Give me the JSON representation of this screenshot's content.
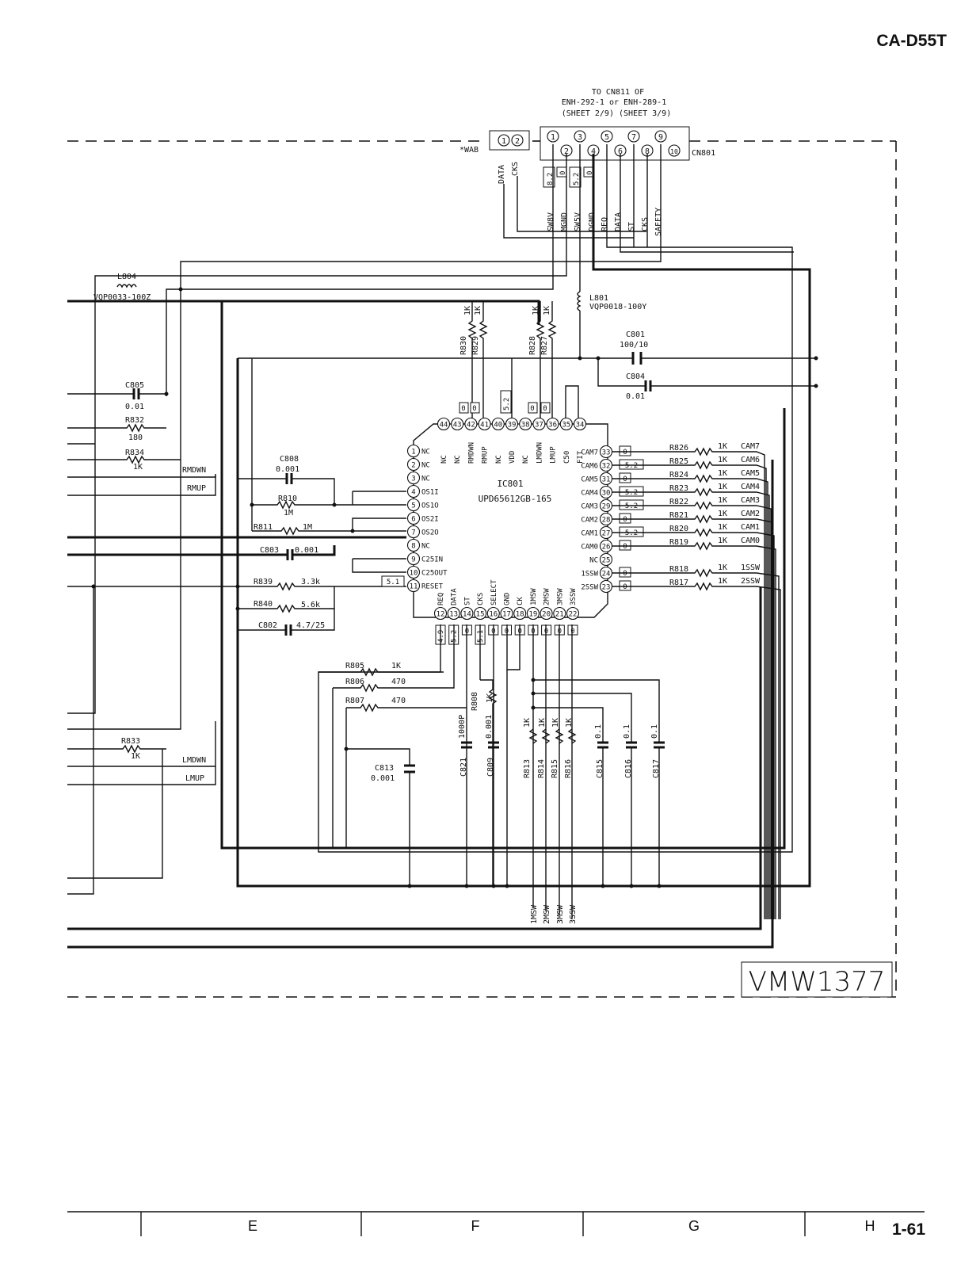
{
  "header": {
    "model": "CA-D55T"
  },
  "connector": {
    "to_note_1": "TO CN811 OF",
    "to_note_2": "ENH-292-1 or ENH-289-1",
    "to_note_3": "(SHEET 2/9)  (SHEET 3/9)",
    "wab_label": "*WAB",
    "wab_pins": [
      "1",
      "2"
    ],
    "wab_signals": [
      "DATA",
      "CKS"
    ],
    "label": "CN801",
    "pins": [
      "1",
      "2",
      "3",
      "4",
      "5",
      "6",
      "7",
      "8",
      "9",
      "10"
    ],
    "signals": [
      "SW8V",
      "MGND",
      "SW5V",
      "DGND",
      "REQ",
      "DATA",
      "ST",
      "CKS",
      "SAFETY"
    ],
    "volt_sw8v": "8.2",
    "volt_mgnd": "0",
    "volt_sw5v": "5.2",
    "volt_dgnd": "0"
  },
  "ic": {
    "ref": "IC801",
    "part": "UPD65612GB-165",
    "left_pins": [
      {
        "num": "1",
        "name": "NC"
      },
      {
        "num": "2",
        "name": "NC"
      },
      {
        "num": "3",
        "name": "NC"
      },
      {
        "num": "4",
        "name": "OS1I"
      },
      {
        "num": "5",
        "name": "OS1O"
      },
      {
        "num": "6",
        "name": "OS2I"
      },
      {
        "num": "7",
        "name": "OS2O"
      },
      {
        "num": "8",
        "name": "NC"
      },
      {
        "num": "9",
        "name": "C25IN"
      },
      {
        "num": "10",
        "name": "C25OUT"
      },
      {
        "num": "11",
        "name": "RESET"
      }
    ],
    "right_pins": [
      {
        "num": "33",
        "name": "CAM7",
        "volt": "0",
        "res": "R826",
        "val": "1K",
        "net": "CAM7"
      },
      {
        "num": "32",
        "name": "CAM6",
        "volt": "5.2",
        "res": "R825",
        "val": "1K",
        "net": "CAM6"
      },
      {
        "num": "31",
        "name": "CAM5",
        "volt": "0",
        "res": "R824",
        "val": "1K",
        "net": "CAM5"
      },
      {
        "num": "30",
        "name": "CAM4",
        "volt": "5.2",
        "res": "R823",
        "val": "1K",
        "net": "CAM4"
      },
      {
        "num": "29",
        "name": "CAM3",
        "volt": "5.2",
        "res": "R822",
        "val": "1K",
        "net": "CAM3"
      },
      {
        "num": "28",
        "name": "CAM2",
        "volt": "0",
        "res": "R821",
        "val": "1K",
        "net": "CAM2"
      },
      {
        "num": "27",
        "name": "CAM1",
        "volt": "5.2",
        "res": "R820",
        "val": "1K",
        "net": "CAM1"
      },
      {
        "num": "26",
        "name": "CAM0",
        "volt": "0",
        "res": "R819",
        "val": "1K",
        "net": "CAM0"
      },
      {
        "num": "25",
        "name": "NC",
        "volt": "",
        "res": "",
        "val": "",
        "net": ""
      },
      {
        "num": "24",
        "name": "1SSW",
        "volt": "0",
        "res": "R818",
        "val": "1K",
        "net": "1SSW"
      },
      {
        "num": "23",
        "name": "2SSW",
        "volt": "0",
        "res": "R817",
        "val": "1K",
        "net": "2SSW"
      }
    ],
    "top_pins": [
      {
        "num": "44",
        "name": "NC"
      },
      {
        "num": "43",
        "name": "NC"
      },
      {
        "num": "42",
        "name": "RMDWN"
      },
      {
        "num": "41",
        "name": "RMUP"
      },
      {
        "num": "40",
        "name": "NC"
      },
      {
        "num": "39",
        "name": "VDD"
      },
      {
        "num": "38",
        "name": "NC"
      },
      {
        "num": "37",
        "name": "LMDWN"
      },
      {
        "num": "36",
        "name": "LMUP"
      },
      {
        "num": "35",
        "name": "C50"
      },
      {
        "num": "34",
        "name": "FIT"
      }
    ],
    "top_volts": [
      "0",
      "0",
      "5.2",
      "0",
      "0"
    ],
    "bottom_pins": [
      {
        "num": "12",
        "name": "REQ"
      },
      {
        "num": "13",
        "name": "DATA"
      },
      {
        "num": "14",
        "name": "ST"
      },
      {
        "num": "15",
        "name": "CKS"
      },
      {
        "num": "16",
        "name": "SELECT"
      },
      {
        "num": "17",
        "name": "GND"
      },
      {
        "num": "18",
        "name": "CK"
      },
      {
        "num": "19",
        "name": "1MSW"
      },
      {
        "num": "20",
        "name": "2MSW"
      },
      {
        "num": "21",
        "name": "3MSW"
      },
      {
        "num": "22",
        "name": "3SSW"
      }
    ],
    "bottom_volts": [
      "4.9",
      "5.2",
      "0",
      "5.1",
      "0",
      "0",
      "0",
      "0",
      "0",
      "0",
      "0"
    ],
    "reset_volt": "5.1"
  },
  "parts": {
    "l804_ref": "L804",
    "l804_val": "VQP0033-100Z",
    "l801_ref": "L801",
    "l801_val": "VQP0018-100Y",
    "c801_ref": "C801",
    "c801_val": "100/10",
    "c804_ref": "C804",
    "c804_val": "0.01",
    "c805_ref": "C805",
    "c805_val": "0.01",
    "r832_ref": "R832",
    "r832_val": "180",
    "r834_ref": "R834",
    "r834_val": "1K",
    "c808_ref": "C808",
    "c808_val": "0.001",
    "r810_ref": "R810",
    "r810_val": "1M",
    "r811_ref": "R811",
    "r811_val": "1M",
    "c803_ref": "C803",
    "c803_val": "0.001",
    "r839_ref": "R839",
    "r839_val": "3.3k",
    "r840_ref": "R840",
    "r840_val": "5.6k",
    "c802_ref": "C802",
    "c802_val": "4.7/25",
    "r830_ref": "R830",
    "r830_val": "1K",
    "r829_ref": "R829",
    "r829_val": "1K",
    "r828_ref": "R828",
    "r828_val": "1K",
    "r827_ref": "R827",
    "r827_val": "1K",
    "r805_ref": "R805",
    "r805_val": "1K",
    "r806_ref": "R806",
    "r806_val": "470",
    "r807_ref": "R807",
    "r807_val": "470",
    "r808_ref": "R808",
    "r808_val": "1K",
    "c821_ref": "C821",
    "c821_val": "1000P",
    "c809_ref": "C809",
    "c809_val": "0.001",
    "c813_ref": "C813",
    "c813_val": "0.001",
    "r813_ref": "R813",
    "r814_ref": "R814",
    "r815_ref": "R815",
    "r816_ref": "R816",
    "r81x_val": "1K",
    "c815_ref": "C815",
    "c816_ref": "C816",
    "c817_ref": "C817",
    "c81x_val": "0.1",
    "r833_ref": "R833",
    "r833_val": "1K"
  },
  "nets": {
    "rmdwn": "RMDWN",
    "rmup": "RMUP",
    "lmdwn": "LMDWN",
    "lmup": "LMUP",
    "bottom_labels": [
      "1MSW",
      "2MSW",
      "3MSW",
      "3SSW"
    ]
  },
  "board_id": "VMW1377",
  "footer": {
    "cols": [
      "E",
      "F",
      "G",
      "H"
    ],
    "page": "1-61"
  }
}
